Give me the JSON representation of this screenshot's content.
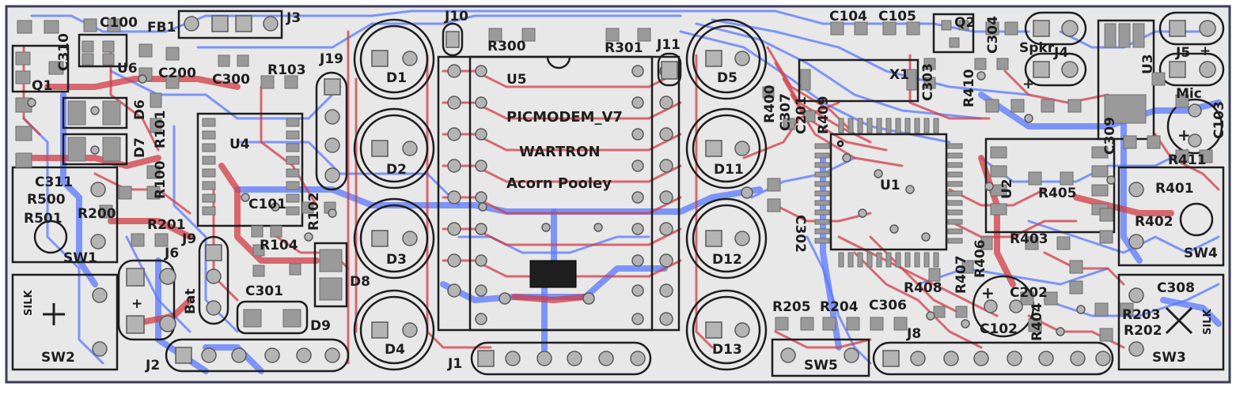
{
  "board": {
    "title_lines": [
      "PICMODEM_V7",
      "WARTRON",
      "Acorn Pooley"
    ],
    "colors": {
      "background": "#e8e8e8",
      "outline": "#3c3c5a",
      "top_copper": "#d23c46",
      "bottom_copper": "#5a78ff",
      "pad_fill": "#9a9a9a",
      "silk": "#1e1e1e"
    }
  },
  "labels": {
    "C100": "C100",
    "FB1": "FB1",
    "J3": "J3",
    "J10": "J10",
    "C104": "C104",
    "C105": "C105",
    "Q2": "Q2",
    "C304": "C304",
    "C310": "C310",
    "U6": "U6",
    "R300": "R300",
    "R301": "R301",
    "J11": "J11",
    "Spkr": "Spkr",
    "J4": "J4",
    "U3": "U3",
    "J5": "J5",
    "plus": "+",
    "Q1": "Q1",
    "C200": "C200",
    "C300": "C300",
    "R103": "R103",
    "J19": "J19",
    "D1": "D1",
    "U5": "U5",
    "D5": "D5",
    "X1": "X1",
    "C303": "C303",
    "R410": "R410",
    "Mic": "Mic",
    "C103": "C103",
    "D6": "D6",
    "R101": "R101",
    "R400": "R400",
    "C307": "C307",
    "C201": "C201",
    "R409": "R409",
    "D7": "D7",
    "U4": "U4",
    "D2": "D2",
    "D11": "D11",
    "C309": "C309",
    "R411": "R411",
    "C311": "C311",
    "R100": "R100",
    "R500": "R500",
    "R501": "R501",
    "R200": "R200",
    "C101": "C101",
    "R102": "R102",
    "C302": "C302",
    "U1": "U1",
    "U2": "U2",
    "R405": "R405",
    "R401": "R401",
    "R402": "R402",
    "R201": "R201",
    "J9": "J9",
    "J6": "J6",
    "R104": "R104",
    "D3": "D3",
    "D12": "D12",
    "R403": "R403",
    "SW1": "SW1",
    "SW4": "SW4",
    "R406": "R406",
    "R407": "R407",
    "R408": "R408",
    "C301": "C301",
    "D8": "D8",
    "Bat": "Bat",
    "C308": "C308",
    "C202": "C202",
    "SILK": "SILK",
    "R205": "R205",
    "R204": "R204",
    "C306": "C306",
    "R203": "R203",
    "D9": "D9",
    "D4": "D4",
    "D13": "D13",
    "C102": "C102",
    "R404": "R404",
    "R202": "R202",
    "J8": "J8",
    "SW2": "SW2",
    "J2": "J2",
    "J1": "J1",
    "SW5": "SW5",
    "SW3": "SW3"
  },
  "icons": [
    "through-hole-pad",
    "smd-pad",
    "led-outline",
    "dip-socket",
    "switch-outline",
    "plus-mark",
    "x-mark"
  ]
}
